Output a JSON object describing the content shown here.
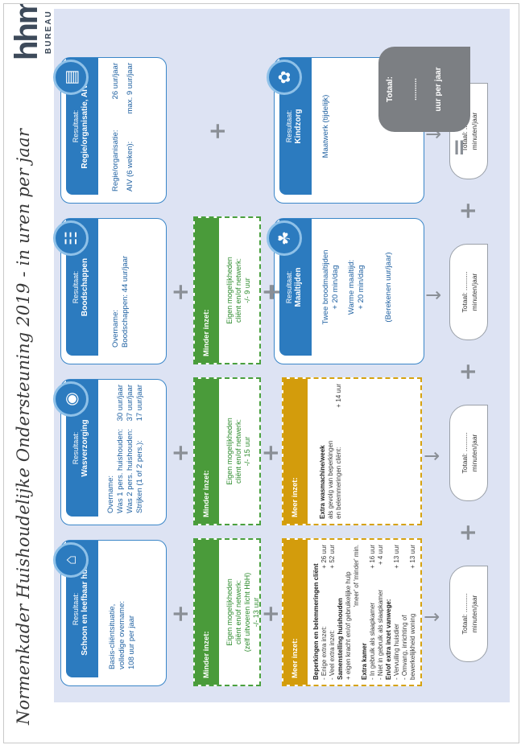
{
  "title": "Normenkader Huishoudelijke Ondersteuning 2019 - in uren per jaar",
  "logo": {
    "main": "hhm",
    "sub": "BUREAU"
  },
  "columns": [
    {
      "result_label": "Resultaat:",
      "result_name": "Schoon en leefbaar huis",
      "icon": "house-icon",
      "body": [
        "Basis-cliëntsituatie,",
        "volledige overname:",
        "108 uur per jaar"
      ]
    },
    {
      "result_label": "Resultaat:",
      "result_name": "Wasverzorging",
      "icon": "washing-machine-icon",
      "body_title": "Overname:",
      "rows": [
        {
          "label": "Was 1 pers. huishouden:",
          "value": "30 uur/jaar"
        },
        {
          "label": "Was 2 pers. huishouden:",
          "value": "37 uur/jaar"
        },
        {
          "label": "Strijken (1 of 2 pers.):",
          "value": "17 uur/jaar"
        }
      ]
    },
    {
      "result_label": "Resultaat:",
      "result_name": "Boodschappen",
      "icon": "shopping-cart-icon",
      "body": [
        "Overname:",
        "Boodschappen:  44 uur/jaar"
      ]
    },
    {
      "result_label": "Resultaat:",
      "result_name": "Regie/organisatie, AIV",
      "icon": "calendar-icon",
      "rows": [
        {
          "label": "Regie/organisatie:",
          "value": "26 uur/jaar"
        },
        {
          "label": "AIV (6 weken):",
          "value": "max. 9 uur/jaar"
        }
      ]
    }
  ],
  "minder": [
    {
      "head": "Minder inzet:",
      "text": [
        "Eigen mogelijkheden",
        "cliënt en/of netwerk:",
        "(zelf uitvoeren licht HbH)",
        "-/- 13 uur"
      ]
    },
    {
      "head": "Minder inzet:",
      "text": [
        "Eigen mogelijkheden",
        "cliënt en/of netwerk:",
        "-/- 15 uur"
      ]
    },
    {
      "head": "Minder inzet:",
      "text": [
        "Eigen mogelijkheden",
        "cliënt en/of netwerk:",
        "-/- 9 uur"
      ]
    }
  ],
  "meer": [
    {
      "head": "Meer inzet:",
      "sections": [
        {
          "title": "Beperkingen en belemmeringen cliënt",
          "rows": [
            {
              "label": "- Enige extra inzet:",
              "value": "+  26 uur"
            },
            {
              "label": "- Veel extra inzet:",
              "value": "+  52 uur"
            }
          ]
        },
        {
          "title": "Samenstelling huishouden",
          "rows": [
            {
              "label": "+ eigen kracht en/of gebruikelijke hulp",
              "value": ""
            },
            {
              "label": "",
              "value": "'meer' of 'minder' min."
            }
          ]
        },
        {
          "title": "Extra kamer",
          "rows": [
            {
              "label": "- In gebruik als slaapkamer",
              "value": "+  16 uur"
            },
            {
              "label": "- Niet in gebruik als slaapkamer",
              "value": "+  4 uur"
            }
          ]
        },
        {
          "title": "En/of extra inzet vanwege:",
          "rows": [
            {
              "label": "- Vervuiling huisdier",
              "value": "+  13 uur"
            },
            {
              "label": "- Omvang, inrichting of",
              "value": ""
            },
            {
              "label": "  bewerkelijkheid woning",
              "value": "+  13 uur"
            }
          ]
        }
      ]
    },
    {
      "head": "Meer inzet:",
      "text": [
        "Extra wasmachine/week",
        "als gevolg van beperkingen",
        "en belemmeringen cliënt:"
      ],
      "value": "+  14 uur"
    }
  ],
  "bottom_cards": [
    {
      "result_label": "Resultaat:",
      "result_name": "Maaltijden",
      "icon": "broccoli-icon",
      "lines": [
        "Twee broodmaaltijden",
        "+ 20 min/dag",
        "",
        "Warme maaltijd:",
        "+ 20 min/dag",
        "",
        "(Berekenen uur/jaar)"
      ]
    },
    {
      "result_label": "Resultaat:",
      "result_name": "Kindzorg",
      "icon": "teddy-bear-icon",
      "lines": [
        "Maatwerk (tijdelijk)"
      ]
    }
  ],
  "totals": [
    {
      "line1": "Totaal: ..........",
      "line2": "minuten/jaar"
    },
    {
      "line1": "Totaal: ..........",
      "line2": "minuten/jaar"
    },
    {
      "line1": "Totaal: ..........",
      "line2": "minuten/jaar"
    },
    {
      "line1": "Totaal: ..........",
      "line2": "minuten/jaar"
    }
  ],
  "grand_total": {
    "line1": "Totaal:",
    "line2": "..........",
    "line3": "uur per jaar"
  },
  "colors": {
    "blue": "#2c7bbf",
    "green": "#4a9b3a",
    "yellow": "#d39c0c",
    "grey": "#7c7f83",
    "panel": "#dde3f3"
  }
}
